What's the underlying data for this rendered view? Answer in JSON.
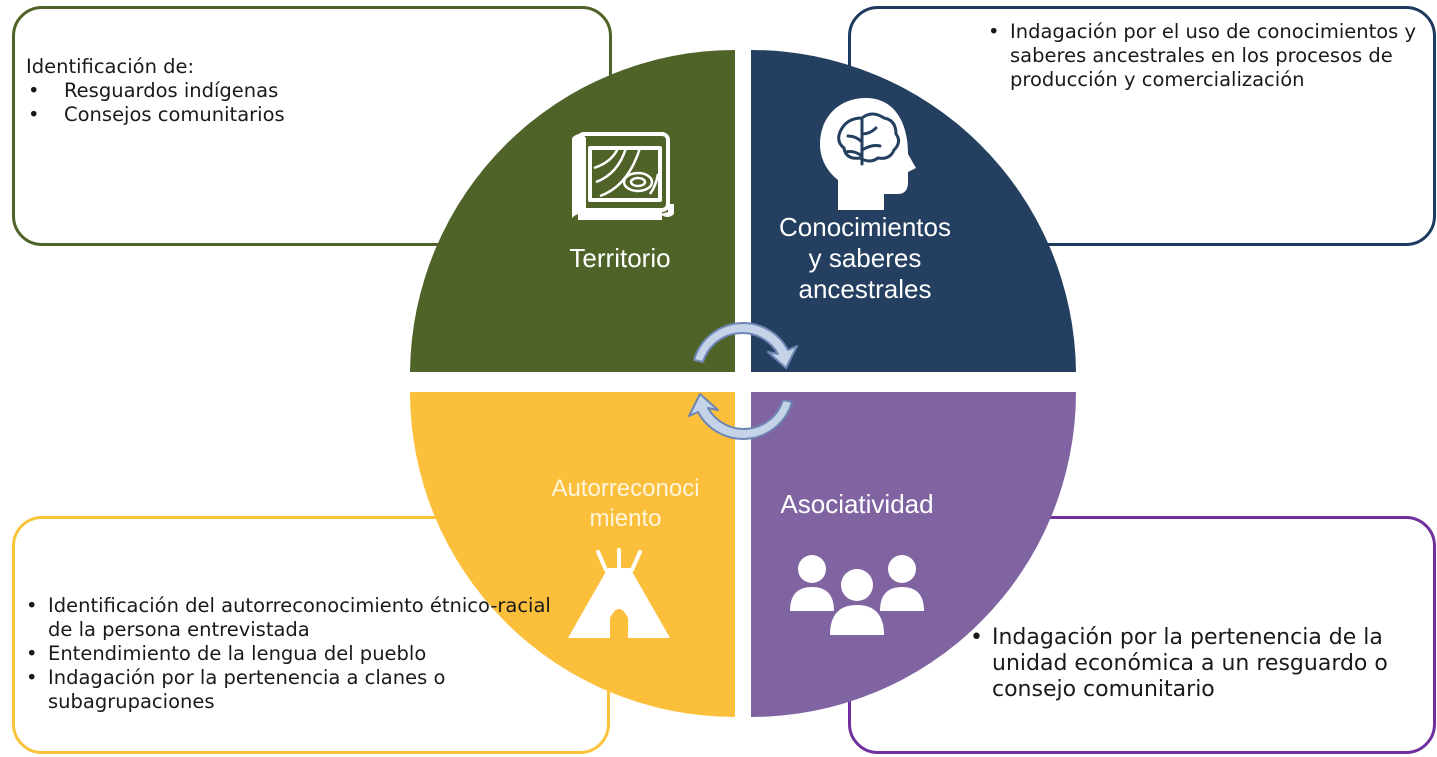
{
  "colors": {
    "territorio": "#4f6228",
    "conocimientos": "#243f60",
    "autorreconocimiento": "#fbbf3c",
    "asociatividad": "#8064a2",
    "box_tl_border": "#4f6228",
    "box_tr_border": "#1f3a5f",
    "box_bl_border": "#f9c33b",
    "box_br_border": "#7030a0",
    "arrow_fill": "#c5d3e8",
    "arrow_stroke": "#6d86b3"
  },
  "segments": {
    "territorio": {
      "label": "Territorio",
      "icon": "map-icon"
    },
    "conocimientos": {
      "label_lines": [
        "Conocimientos",
        "y saberes",
        "ancestrales"
      ],
      "icon": "brain-head-icon"
    },
    "autorreconocimiento": {
      "label_lines": [
        "Autorreconoci",
        "miento"
      ],
      "icon": "tipi-icon"
    },
    "asociatividad": {
      "label": "Asociatividad",
      "icon": "people-group-icon"
    }
  },
  "boxes": {
    "territorio": {
      "lead": "Identificación de:",
      "items": [
        "Resguardos indígenas",
        "Consejos comunitarios"
      ]
    },
    "conocimientos": {
      "items": [
        "Indagación por el uso de conocimientos y saberes ancestrales en los procesos de producción y comercialización"
      ]
    },
    "autorreconocimiento": {
      "items": [
        "Identificación del autorreconocimiento étnico-racial de la persona entrevistada",
        "Entendimiento de la lengua del pueblo",
        "Indagación por la pertenencia a clanes o subagrupaciones"
      ]
    },
    "asociatividad": {
      "items": [
        "Indagación por la pertenencia de la unidad económica a un resguardo o consejo comunitario"
      ]
    }
  },
  "center": {
    "icon": "cycle-arrows-icon"
  }
}
